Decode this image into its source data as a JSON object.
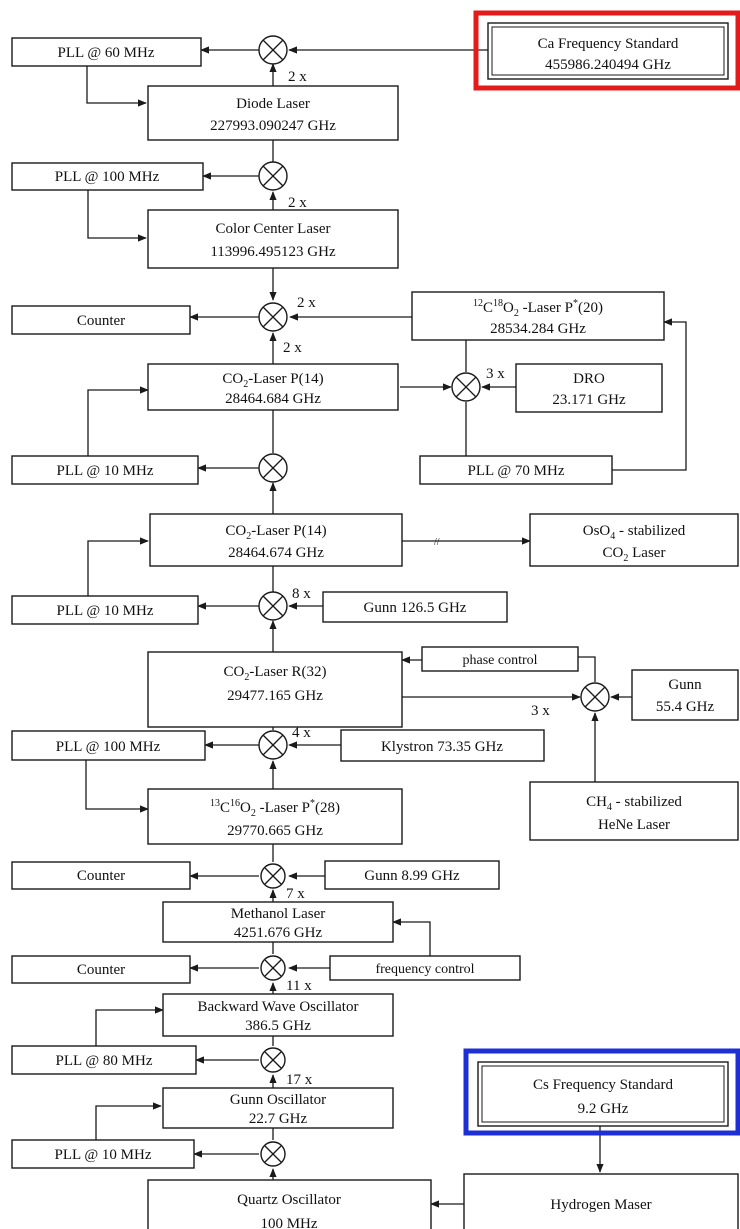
{
  "title": "",
  "colors": {
    "highlight_top": "#e31b1b",
    "highlight_bottom": "#1f2fd6",
    "line": "#1a1a1a"
  },
  "boxes": {
    "ca_std": {
      "l1": "Ca Frequency Standard",
      "l2": "455986.240494 GHz"
    },
    "pll_60": "PLL  @ 60 MHz",
    "diode": {
      "l1": "Diode Laser",
      "l2": "227993.090247 GHz"
    },
    "pll_100a": "PLL  @ 100 MHz",
    "color_center": {
      "l1": "Color Center Laser",
      "l2": "113996.495123 GHz"
    },
    "counter_1": "Counter",
    "c12o18": {
      "sup1": "12",
      "c": "C",
      "sup2": "18",
      "o": "O",
      "sub": "2",
      "rest": " -Laser  P",
      "star": "*",
      "tail": "(20)",
      "l2": "28534.284 GHz"
    },
    "co2_p14_a": {
      "pre": "CO",
      "sub": "2",
      "post": "-Laser  P(14)",
      "l2": "28464.684 GHz"
    },
    "dro": {
      "l1": "DRO",
      "l2": "23.171 GHz"
    },
    "pll_10a": "PLL  @ 10 MHz",
    "pll_70": "PLL  @ 70 MHz",
    "co2_p14_b": {
      "pre": "CO",
      "sub": "2",
      "post": "-Laser  P(14)",
      "l2": "28464.674 GHz"
    },
    "oso4": {
      "pre": "OsO",
      "sub": "4",
      "post": " - stabilized",
      "l2pre": "CO",
      "l2sub": "2",
      "l2post": " Laser"
    },
    "pll_10b": "PLL  @ 10 MHz",
    "gunn_126": "Gunn  126.5 GHz",
    "co2_r32": {
      "pre": "CO",
      "sub": "2",
      "post": "-Laser  R(32)",
      "l2": "29477.165 GHz"
    },
    "phase_control": "phase control",
    "gunn_55": {
      "l1": "Gunn",
      "l2": "55.4 GHz"
    },
    "pll_100b": "PLL  @ 100 MHz",
    "klystron": "Klystron  73.35 GHz",
    "c13o16": {
      "sup1": "13",
      "c": "C",
      "sup2": "16",
      "o": "O",
      "sub": "2",
      "rest": " -Laser  P",
      "star": "*",
      "tail": "(28)",
      "l2": "29770.665 GHz"
    },
    "ch4": {
      "pre": "CH",
      "sub": "4",
      "post": " - stabilized",
      "l2": "HeNe Laser"
    },
    "counter_2": "Counter",
    "gunn_899": "Gunn  8.99 GHz",
    "methanol": {
      "l1": "Methanol Laser",
      "l2": "4251.676 GHz"
    },
    "counter_3": "Counter",
    "freq_control": "frequency control",
    "bwo": {
      "l1": "Backward Wave Oscillator",
      "l2": "386.5 GHz"
    },
    "pll_80": "PLL  @ 80 MHz",
    "cs_std": {
      "l1": "Cs Frequency Standard",
      "l2": "9.2 GHz"
    },
    "gunn_osc": {
      "l1": "Gunn Oscillator",
      "l2": "22.7 GHz"
    },
    "pll_10c": "PLL  @ 10 MHz",
    "quartz": {
      "l1": "Quartz Oscillator",
      "l2": "100 MHz"
    },
    "maser": "Hydrogen Maser"
  },
  "multipliers": {
    "m1": "2 x",
    "m2": "2 x",
    "m3a": "2 x",
    "m3b": "2 x",
    "m3c": "3 x",
    "m6": "8 x",
    "m7": "4 x",
    "m8": "7 x",
    "m9": "11 x",
    "m10": "17 x",
    "m_gunn55": "3 x"
  }
}
